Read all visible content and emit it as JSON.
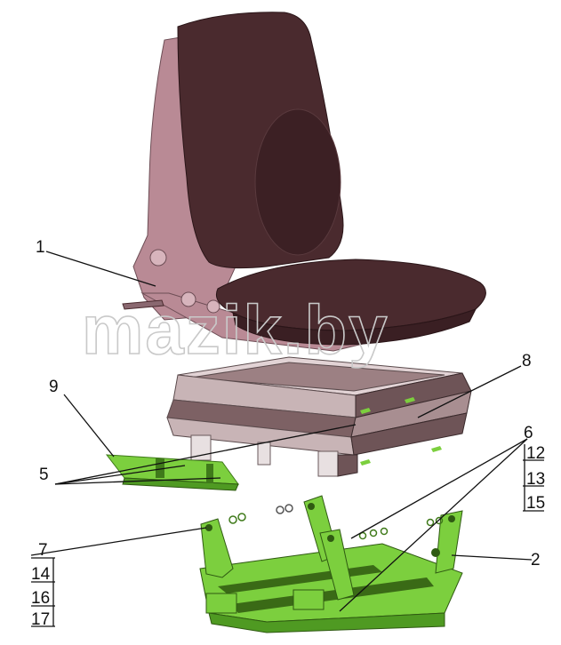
{
  "watermark": "mazik.by",
  "callouts": {
    "c1": "1",
    "c2": "2",
    "c5": "5",
    "c6": "6",
    "c7": "7",
    "c8": "8",
    "c9": "9",
    "c12": "12",
    "c13": "13",
    "c14": "14",
    "c15": "15",
    "c16": "16",
    "c17": "17"
  },
  "colors": {
    "seat_upholstery": "#4a2a2e",
    "seat_frame": "#b98a95",
    "bellows": "#8e6e72",
    "bracket_green": "#7ccf3e",
    "leader_line": "#111111"
  }
}
